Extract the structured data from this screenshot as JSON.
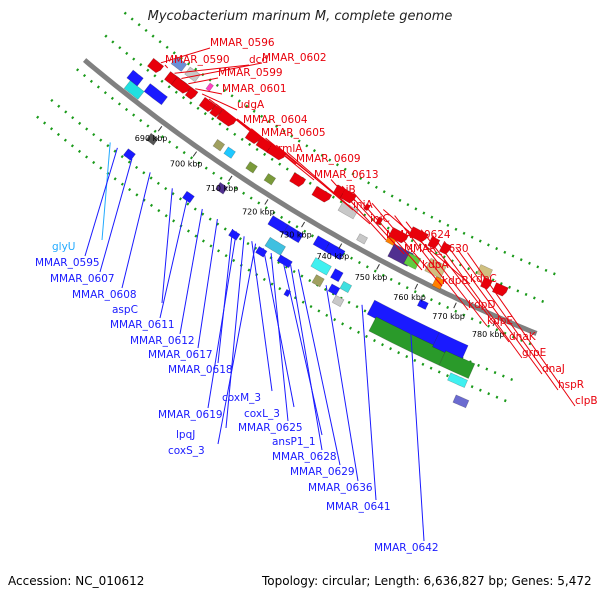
{
  "title": "Mycobacterium marinum M, complete genome",
  "footer": {
    "accession": "Accession: NC_010612",
    "summary": "Topology: circular; Length: 6,636,827 bp; Genes: 5,472"
  },
  "colors": {
    "forward_label": "#e8000b",
    "reverse_label": "#1a1aff",
    "trna_label": "#22aaff",
    "backbone": "#808080",
    "dotted": "#1a9a1a"
  },
  "ticks": [
    "690 kbp",
    "700 kbp",
    "710 kbp",
    "720 kbp",
    "730 kbp",
    "740 kbp",
    "750 kbp",
    "760 kbp",
    "770 kbp",
    "780 kbp"
  ],
  "forward_labels": [
    "MMAR_0596",
    "MMAR_0590",
    "dcd",
    "MMAR_0602",
    "MMAR_0599",
    "MMAR_0601",
    "udgA",
    "MMAR_0604",
    "MMAR_0605",
    "rmlA",
    "MMAR_0609",
    "MMAR_0613",
    "iniB",
    "iniA",
    "iniC",
    "MMAR_0624",
    "MMAR_0630",
    "kdpA",
    "kdpB",
    "kdpC",
    "kdpD",
    "kdpE",
    "dnaK",
    "grpE",
    "dnaJ",
    "hspR",
    "clpB"
  ],
  "reverse_labels": [
    "glyU",
    "MMAR_0595",
    "MMAR_0607",
    "MMAR_0608",
    "aspC",
    "MMAR_0611",
    "MMAR_0612",
    "MMAR_0617",
    "MMAR_0618",
    "coxM_3",
    "MMAR_0619",
    "lpqJ",
    "coxS_3",
    "coxL_3",
    "MMAR_0625",
    "ansP1_1",
    "MMAR_0628",
    "MMAR_0629",
    "MMAR_0636",
    "MMAR_0641",
    "MMAR_0642"
  ]
}
